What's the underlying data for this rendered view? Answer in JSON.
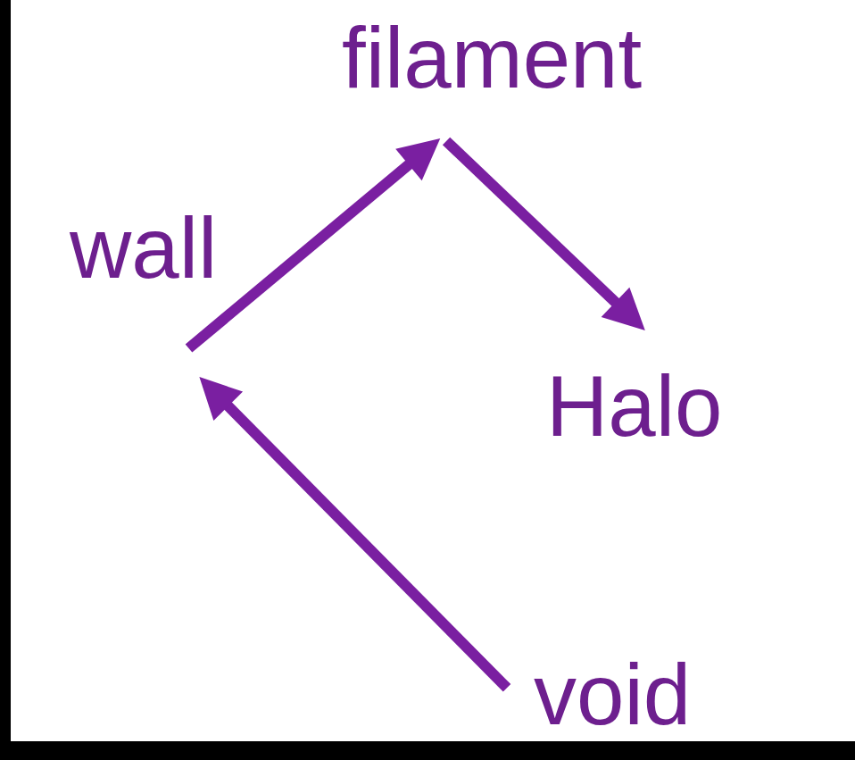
{
  "diagram": {
    "nodes": [
      {
        "text": [
          "filament"
        ]
      },
      {
        "text": [
          "wall"
        ]
      },
      {
        "text": [
          "Halo"
        ]
      },
      {
        "text": [
          "void"
        ]
      }
    ],
    "edges": [
      {
        "from": 3,
        "to": 1,
        "arrow": "to"
      },
      {
        "from": 1,
        "to": 0,
        "arrow": "to"
      },
      {
        "from": 0,
        "to": 2,
        "arrow": "to"
      }
    ]
  }
}
